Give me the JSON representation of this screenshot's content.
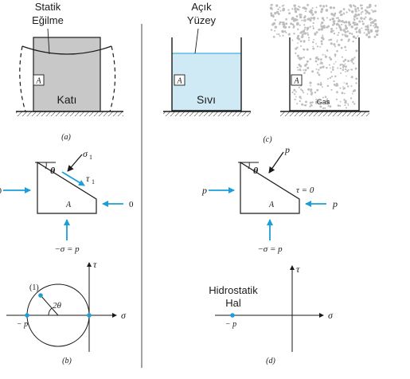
{
  "labels": {
    "statik_line1": "Statik",
    "statik_line2": "Eğilme",
    "acik_line1": "Açık",
    "acik_line2": "Yüzey",
    "element_a": "A",
    "kati": "Katı",
    "sivi": "Sıvı",
    "gas": "Gas",
    "cap_a": "(a)",
    "cap_b": "(b)",
    "cap_c": "(c)",
    "cap_d": "(d)",
    "theta": "θ",
    "sigma1": "σ",
    "sigma1_sub": "1",
    "tau1": "τ",
    "tau1_sub": "1",
    "zero": "0",
    "neg_sigma_eq_p": "−σ = p",
    "p": "p",
    "tau_eq_0": "τ = 0",
    "tau_axis": "τ",
    "sigma_axis": "σ",
    "mohr_point": "(1)",
    "two_theta": "2θ",
    "minus_p": "− p",
    "hidro_line1": "Hidrostatik",
    "hidro_line2": "Hal"
  },
  "colors": {
    "solid_fill": "#c8c8c8",
    "liquid_fill": "#cfe9f5",
    "arrow_blue": "#1a9fd8",
    "ink": "#1a1a1a",
    "gas_dots": "#bdbdbd"
  }
}
